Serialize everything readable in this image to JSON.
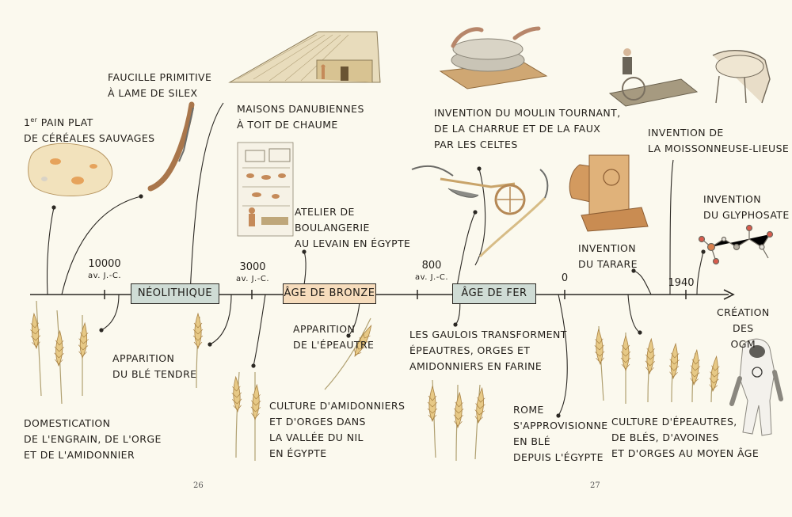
{
  "timeline": {
    "eras": [
      {
        "label": "Néolithique",
        "color": "#cfdcd5"
      },
      {
        "label": "Âge de bronze",
        "color": "#f6dcbc"
      },
      {
        "label": "Âge de fer",
        "color": "#cfdcd5"
      }
    ],
    "dates": [
      {
        "year": "10000",
        "suffix": "av. J.-C."
      },
      {
        "year": "3000",
        "suffix": "av. J.-C."
      },
      {
        "year": "800",
        "suffix": "av. J.-C."
      },
      {
        "year": "0",
        "suffix": ""
      },
      {
        "year": "1940",
        "suffix": ""
      }
    ]
  },
  "events": {
    "pain_plat": {
      "sup": "er",
      "line1_rest": " pain plat",
      "line1_num": "1",
      "line2": "de céréales sauvages"
    },
    "faucille": [
      "Faucille primitive",
      "à lame de silex"
    ],
    "maisons": [
      "Maisons danubiennes",
      "à toit de chaume"
    ],
    "atelier": [
      "Atelier de",
      "boulangerie",
      "au levain en Égypte"
    ],
    "moulin": [
      "Invention du moulin tournant,",
      "de la charrue et de la faux",
      "par les Celtes"
    ],
    "moissonneuse": [
      "Invention de",
      "la moissonneuse-lieuse"
    ],
    "glyphosate": [
      "Invention",
      "du glyphosate"
    ],
    "tarare": [
      "Invention",
      "du tarare"
    ],
    "domestication": [
      "Domestication",
      "de l'engrain, de l'orge",
      "et de l'amidonnier"
    ],
    "ble_tendre": [
      "Apparition",
      "du blé tendre"
    ],
    "epeautre": [
      "Apparition",
      "de l'épeautre"
    ],
    "amidonniers": [
      "Culture d'amidonniers",
      "et d'orges dans",
      "la vallée du Nil",
      "en Égypte"
    ],
    "gaulois": [
      "Les Gaulois transforment",
      "épeautres, orges et",
      "amidonniers en farine"
    ],
    "rome": [
      "Rome",
      "s'approvisionne",
      "en blé",
      "depuis l'Égypte"
    ],
    "moyen_age": [
      "Culture d'épeautres,",
      "de blés, d'avoines",
      "et d'orges au moyen âge"
    ],
    "ogm": [
      "Création",
      "des",
      "OGM"
    ]
  },
  "page_numbers": {
    "left": "26",
    "right": "27"
  }
}
